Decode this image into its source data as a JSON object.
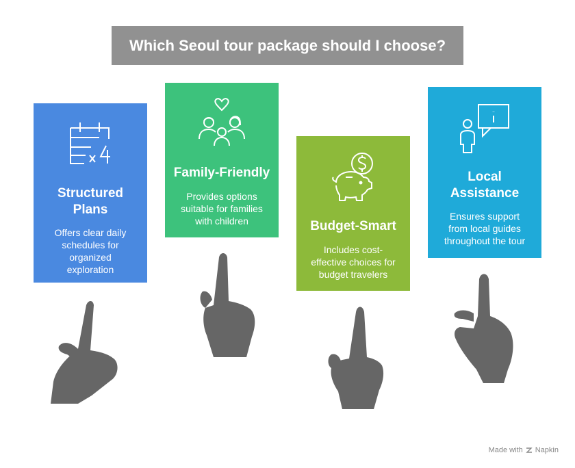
{
  "title": "Which Seoul tour package should I choose?",
  "options": [
    {
      "title": "Structured Plans",
      "description": "Offers clear daily schedules for organized exploration",
      "color": "#4A89E0",
      "icon": "calendar-icon"
    },
    {
      "title": "Family-Friendly",
      "description": "Provides options suitable for families with children",
      "color": "#3DC27C",
      "icon": "family-icon"
    },
    {
      "title": "Budget-Smart",
      "description": "Includes cost-effective choices for budget travelers",
      "color": "#8DBA3A",
      "icon": "piggy-bank-icon"
    },
    {
      "title": "Local Assistance",
      "description": "Ensures support from local guides throughout the tour",
      "color": "#1FAAD9",
      "icon": "guide-info-icon"
    }
  ],
  "footer": {
    "made_with": "Made with",
    "brand": "Napkin"
  }
}
